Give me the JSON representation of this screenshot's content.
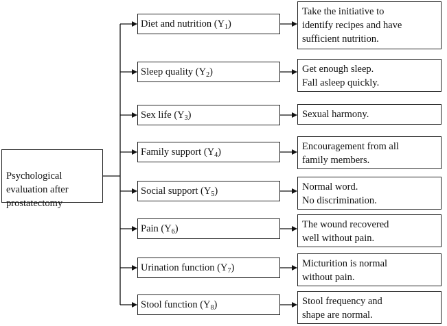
{
  "root": {
    "label": "Psychological\nevaluation after\nprostatectomy"
  },
  "factors": [
    {
      "label": "Diet and nutrition",
      "var": "Y",
      "sub": "1",
      "outcome": "Take the initiative to\nidentify recipes and have\nsufficient nutrition."
    },
    {
      "label": "Sleep quality",
      "var": "Y",
      "sub": "2",
      "outcome": "Get enough sleep.\nFall asleep quickly."
    },
    {
      "label": "Sex life",
      "var": "Y",
      "sub": "3",
      "outcome": "Sexual harmony."
    },
    {
      "label": "Family support",
      "var": "Y",
      "sub": "4",
      "outcome": "Encouragement from all\nfamily members."
    },
    {
      "label": "Social support",
      "var": "Y",
      "sub": "5",
      "outcome": "Normal word.\nNo discrimination."
    },
    {
      "label": "Pain",
      "var": "Y",
      "sub": "6",
      "outcome": "The wound recovered\nwell without pain."
    },
    {
      "label": "Urination function",
      "var": "Y",
      "sub": "7",
      "outcome": "Micturition is normal\nwithout pain."
    },
    {
      "label": "Stool function",
      "var": "Y",
      "sub": "8",
      "outcome": "Stool frequency and\nshape are normal."
    }
  ]
}
